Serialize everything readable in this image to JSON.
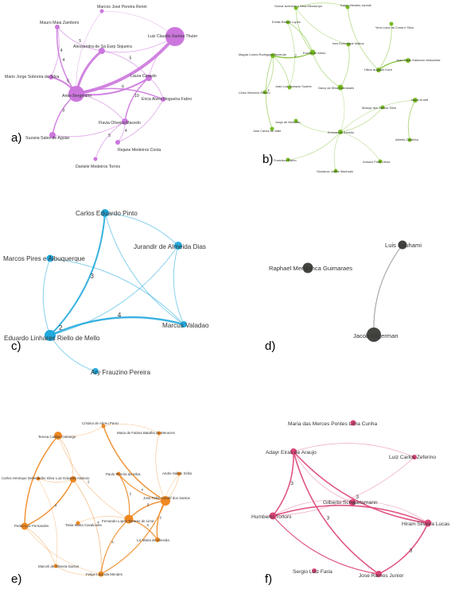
{
  "panels": [
    {
      "label": "a)",
      "color": "#cc77dd",
      "nodes": [
        {
          "id": "a1",
          "name": "Marcos José Pereira Renni"
        },
        {
          "id": "a2",
          "name": "Mauro Maia Zamboni"
        },
        {
          "id": "a3",
          "name": "Alessandra de Sá Earp Siqueira"
        },
        {
          "id": "a4",
          "name": "Luiz Claudio Santos Thuler"
        },
        {
          "id": "a5",
          "name": "Mario Jorge Sobreira da Silva"
        },
        {
          "id": "a6",
          "name": "Anke Bergmann"
        },
        {
          "id": "a7",
          "name": "Laura Cesado"
        },
        {
          "id": "a8",
          "name": "Erica Alves Nogueira Fabro"
        },
        {
          "id": "a9",
          "name": "Suzana Sales de Aguiar"
        },
        {
          "id": "a10",
          "name": "Flavia Oliveira Macedo"
        },
        {
          "id": "a11",
          "name": "Rejane Medeiros Costa"
        },
        {
          "id": "a12",
          "name": "Daniele Medeiros Torres"
        }
      ],
      "edges": [
        {
          "s": "a6",
          "t": "a4",
          "label": "",
          "w": 4
        },
        {
          "s": "a6",
          "t": "a3",
          "label": "",
          "w": 3
        },
        {
          "s": "a6",
          "t": "a5",
          "label": "5",
          "w": 2
        },
        {
          "s": "a6",
          "t": "a2",
          "label": "4",
          "w": 1.5
        },
        {
          "s": "a6",
          "t": "a7",
          "label": "",
          "w": 2
        },
        {
          "s": "a6",
          "t": "a8",
          "label": "6",
          "w": 1.5
        },
        {
          "s": "a6",
          "t": "a9",
          "label": "3",
          "w": 1.5
        },
        {
          "s": "a6",
          "t": "a10",
          "label": "",
          "w": 1
        },
        {
          "s": "a2",
          "t": "a3",
          "label": "5",
          "w": 1
        },
        {
          "s": "a2",
          "t": "a5",
          "label": "4",
          "w": 1
        },
        {
          "s": "a3",
          "t": "a4",
          "label": "",
          "w": 1
        },
        {
          "s": "a3",
          "t": "a7",
          "label": "5",
          "w": 1
        },
        {
          "s": "a4",
          "t": "a7",
          "label": "",
          "w": 1
        },
        {
          "s": "a7",
          "t": "a8",
          "label": "",
          "w": 1
        },
        {
          "s": "a7",
          "t": "a10",
          "label": "10",
          "w": 1.5
        },
        {
          "s": "a10",
          "t": "a11",
          "label": "4",
          "w": 1
        },
        {
          "s": "a10",
          "t": "a12",
          "label": "5",
          "w": 1
        },
        {
          "s": "a8",
          "t": "a11",
          "label": "",
          "w": 1
        },
        {
          "s": "a9",
          "t": "a10",
          "label": "",
          "w": 1
        },
        {
          "s": "a1",
          "t": "a4",
          "label": "",
          "w": 0.6
        },
        {
          "s": "a1",
          "t": "a6",
          "label": "",
          "w": 0.6
        }
      ]
    },
    {
      "label": "b)",
      "color": "#77bb22",
      "nodes": [
        {
          "id": "b1",
          "name": "Guinar Azevedo e Silva Mendonça"
        },
        {
          "id": "b2",
          "name": "Karen Mendes Jamnik"
        },
        {
          "id": "b3",
          "name": "Emilia Rebelo Lopes"
        },
        {
          "id": "b4",
          "name": "Vera Luiza da Costa e Silva"
        },
        {
          "id": "b5",
          "name": "Ines Echenique Mattos"
        },
        {
          "id": "b6",
          "name": "Magda Cortes Rodrigues Rezende"
        },
        {
          "id": "b7",
          "name": "Evaldo de Abreu"
        },
        {
          "id": "b8",
          "name": "Joao Paulo Kakinoko Mokushita"
        },
        {
          "id": "b9",
          "name": "Hilton Augusto Koch"
        },
        {
          "id": "b10",
          "name": "Joao Luiz Campos Soares"
        },
        {
          "id": "b11",
          "name": "Darcy da Silva Guimaraes"
        },
        {
          "id": "b12",
          "name": "Celso Werneck Ribeiro"
        },
        {
          "id": "b13",
          "name": "Moacyr dos Santos Silva"
        },
        {
          "id": "b14",
          "name": "Mario Kroeff"
        },
        {
          "id": "b15",
          "name": "Jose Carlos do Valle"
        },
        {
          "id": "b16",
          "name": "Jorge de Marsillac"
        },
        {
          "id": "b17",
          "name": "Emmanuel Rebello"
        },
        {
          "id": "b18",
          "name": "Alberto Coutinho"
        },
        {
          "id": "b19",
          "name": "Francisco Fialho"
        },
        {
          "id": "b20",
          "name": "Antonio Pinto Vieira"
        },
        {
          "id": "b21",
          "name": "Osolando Judice Machado"
        }
      ],
      "edges": [
        {
          "s": "b6",
          "t": "b7",
          "label": "2",
          "w": 1.2
        },
        {
          "s": "b3",
          "t": "b7",
          "label": "",
          "w": 1
        },
        {
          "s": "b1",
          "t": "b7",
          "label": "",
          "w": 0.8
        },
        {
          "s": "b6",
          "t": "b12",
          "label": "",
          "w": 0.8
        },
        {
          "s": "b6",
          "t": "b15",
          "label": "2",
          "w": 1
        },
        {
          "s": "b6",
          "t": "b10",
          "label": "",
          "w": 0.8
        },
        {
          "s": "b7",
          "t": "b11",
          "label": "",
          "w": 0.8
        },
        {
          "s": "b5",
          "t": "b11",
          "label": "",
          "w": 0.8
        },
        {
          "s": "b2",
          "t": "b9",
          "label": "",
          "w": 0.8
        },
        {
          "s": "b4",
          "t": "b9",
          "label": "",
          "w": 0.8
        },
        {
          "s": "b8",
          "t": "b9",
          "label": "",
          "w": 1.2
        },
        {
          "s": "b1",
          "t": "b2",
          "label": "",
          "w": 0.8
        },
        {
          "s": "b1",
          "t": "b5",
          "label": "",
          "w": 0.6
        },
        {
          "s": "b3",
          "t": "b10",
          "label": "",
          "w": 0.6
        },
        {
          "s": "b14",
          "t": "b18",
          "label": "",
          "w": 1
        },
        {
          "s": "b13",
          "t": "b17",
          "label": "",
          "w": 0.6
        },
        {
          "s": "b16",
          "t": "b17",
          "label": "",
          "w": 0.6
        },
        {
          "s": "b17",
          "t": "b19",
          "label": "",
          "w": 0.6
        },
        {
          "s": "b17",
          "t": "b21",
          "label": "",
          "w": 0.6
        },
        {
          "s": "b17",
          "t": "b20",
          "label": "",
          "w": 0.6
        },
        {
          "s": "b14",
          "t": "b17",
          "label": "",
          "w": 0.6
        },
        {
          "s": "b11",
          "t": "b17",
          "label": "",
          "w": 0.5
        }
      ]
    },
    {
      "label": "c)",
      "color": "#22aadd",
      "nodes": [
        {
          "id": "c1",
          "name": "Carlos Eduardo Pinto"
        },
        {
          "id": "c2",
          "name": "Jurandir de Almeida Dias"
        },
        {
          "id": "c3",
          "name": "Marcos Pires e Albuquerque"
        },
        {
          "id": "c4",
          "name": "Marcus Valadao"
        },
        {
          "id": "c5",
          "name": "Eduardo Linhares Riello de Mello"
        },
        {
          "id": "c6",
          "name": "Ary Frauzino Pereira"
        }
      ],
      "edges": [
        {
          "s": "c5",
          "t": "c1",
          "label": "3",
          "w": 2
        },
        {
          "s": "c5",
          "t": "c4",
          "label": "4",
          "w": 2.4
        },
        {
          "s": "c5",
          "t": "c2",
          "label": "",
          "w": 1
        },
        {
          "s": "c5",
          "t": "c3",
          "label": "",
          "w": 1
        },
        {
          "s": "c5",
          "t": "c6",
          "label": "",
          "w": 1
        },
        {
          "s": "c1",
          "t": "c2",
          "label": "",
          "w": 1
        },
        {
          "s": "c1",
          "t": "c4",
          "label": "",
          "w": 1
        },
        {
          "s": "c3",
          "t": "c4",
          "label": "",
          "w": 1
        },
        {
          "s": "c2",
          "t": "c4",
          "label": "",
          "w": 1
        }
      ],
      "extra_label": "2"
    },
    {
      "label": "d)",
      "color": "#444440",
      "nodes": [
        {
          "id": "d1",
          "name": "Luis Souhami"
        },
        {
          "id": "d2",
          "name": "Raphael Mendonca Guimaraes"
        },
        {
          "id": "d3",
          "name": "Jacob Kligerman"
        }
      ],
      "edges": [
        {
          "s": "d1",
          "t": "d3",
          "label": "",
          "w": 1
        }
      ]
    },
    {
      "label": "e)",
      "color": "#ee8822",
      "nodes": [
        {
          "id": "e1",
          "name": "Cristina de Abreu Perez"
        },
        {
          "id": "e2",
          "name": "Teresa Caldas Camargo"
        },
        {
          "id": "e3",
          "name": "Maria de Fatima Batalha de Menezes"
        },
        {
          "id": "e4",
          "name": "Carlos Henrique Debenedito Silva"
        },
        {
          "id": "e5",
          "name": "Luiz Eduardo Atalecio"
        },
        {
          "id": "e6",
          "name": "Paulo Pereira da Silva"
        },
        {
          "id": "e7",
          "name": "Andre Salem Szklo"
        },
        {
          "id": "e8",
          "name": "Pedro Luiz Fernandes"
        },
        {
          "id": "e9",
          "name": "Tania Maria Cavalcante"
        },
        {
          "id": "e10",
          "name": "Fernando Lopes Tavares de Lima"
        },
        {
          "id": "e11",
          "name": "Liz Maria de Almeida"
        },
        {
          "id": "e12",
          "name": "Marceli de Oliveira Santos"
        },
        {
          "id": "e13",
          "name": "Felipe Lacerda Mendes"
        },
        {
          "id": "e14",
          "name": "Jose Fabio Coutrif dos Santos"
        }
      ],
      "edges": [
        {
          "s": "e2",
          "t": "e8",
          "label": "",
          "w": 1.5
        },
        {
          "s": "e5",
          "t": "e8",
          "label": "4",
          "w": 1.5
        },
        {
          "s": "e1",
          "t": "e14",
          "label": "",
          "w": 1.5
        },
        {
          "s": "e6",
          "t": "e10",
          "label": "2",
          "w": 1.2
        },
        {
          "s": "e6",
          "t": "e14",
          "label": "4",
          "w": 1.2
        },
        {
          "s": "e10",
          "t": "e14",
          "label": "5",
          "w": 1.5
        },
        {
          "s": "e10",
          "t": "e13",
          "label": "4",
          "w": 1.2
        },
        {
          "s": "e10",
          "t": "e11",
          "label": "3",
          "w": 1.2
        },
        {
          "s": "e14",
          "t": "e11",
          "label": "2",
          "w": 1.2
        },
        {
          "s": "e14",
          "t": "e13",
          "label": "",
          "w": 1.2
        },
        {
          "s": "e2",
          "t": "e1",
          "label": "",
          "w": 0.6
        },
        {
          "s": "e2",
          "t": "e5",
          "label": "",
          "w": 0.6
        },
        {
          "s": "e4",
          "t": "e5",
          "label": "",
          "w": 0.6
        },
        {
          "s": "e8",
          "t": "e12",
          "label": "",
          "w": 0.6
        },
        {
          "s": "e8",
          "t": "e13",
          "label": "",
          "w": 0.6
        },
        {
          "s": "e5",
          "t": "e13",
          "label": "4",
          "w": 0.8
        },
        {
          "s": "e2",
          "t": "e10",
          "label": "2",
          "w": 0.6
        },
        {
          "s": "e7",
          "t": "e14",
          "label": "",
          "w": 0.6
        },
        {
          "s": "e3",
          "t": "e14",
          "label": "",
          "w": 0.6
        },
        {
          "s": "e9",
          "t": "e10",
          "label": "",
          "w": 0.6
        },
        {
          "s": "e12",
          "t": "e13",
          "label": "",
          "w": 0.6
        },
        {
          "s": "e4",
          "t": "e12",
          "label": "",
          "w": 0.5
        },
        {
          "s": "e7",
          "t": "e11",
          "label": "",
          "w": 0.5
        },
        {
          "s": "e1",
          "t": "e3",
          "label": "",
          "w": 0.5
        }
      ]
    },
    {
      "label": "f)",
      "color": "#dd4477",
      "nodes": [
        {
          "id": "f1",
          "name": "Maria das Merces Pontes Lima Cunha"
        },
        {
          "id": "f2",
          "name": "Adayr Eiras de Araujo"
        },
        {
          "id": "f3",
          "name": "Luiz Carlos Zeferino"
        },
        {
          "id": "f4",
          "name": "Gilberto Schwartsmann"
        },
        {
          "id": "f5",
          "name": "Humberto Torloni"
        },
        {
          "id": "f6",
          "name": "Hiram Silveira Lucas"
        },
        {
          "id": "f7",
          "name": "Sergio Luiz Faria"
        },
        {
          "id": "f8",
          "name": "Jose Ramos Junior"
        }
      ],
      "edges": [
        {
          "s": "f2",
          "t": "f6",
          "label": "3",
          "w": 1.6
        },
        {
          "s": "f2",
          "t": "f5",
          "label": "3",
          "w": 1.6
        },
        {
          "s": "f2",
          "t": "f8",
          "label": "3",
          "w": 1.6
        },
        {
          "s": "f5",
          "t": "f6",
          "label": "3",
          "w": 1.6
        },
        {
          "s": "f5",
          "t": "f8",
          "label": "",
          "w": 1.2
        },
        {
          "s": "f6",
          "t": "f8",
          "label": "3",
          "w": 1.6
        },
        {
          "s": "f2",
          "t": "f4",
          "label": "",
          "w": 0.6
        },
        {
          "s": "f4",
          "t": "f6",
          "label": "",
          "w": 0.6
        },
        {
          "s": "f5",
          "t": "f3",
          "label": "",
          "w": 0.6
        },
        {
          "s": "f2",
          "t": "f3",
          "label": "",
          "w": 0.6
        },
        {
          "s": "f4",
          "t": "f5",
          "label": "",
          "w": 0.6
        }
      ]
    }
  ]
}
